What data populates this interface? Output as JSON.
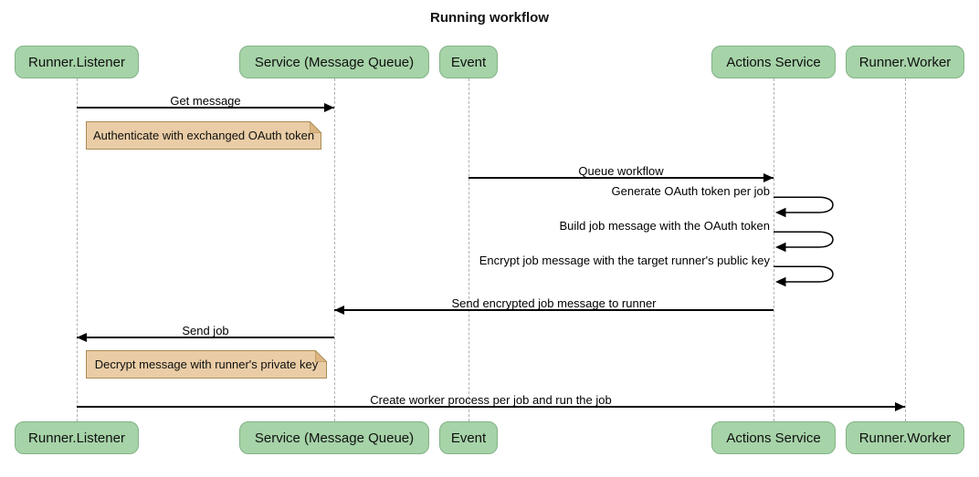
{
  "title": "Running workflow",
  "participants": [
    {
      "label": "Runner.Listener"
    },
    {
      "label": "Service (Message Queue)"
    },
    {
      "label": "Event"
    },
    {
      "label": "Actions Service"
    },
    {
      "label": "Runner.Worker"
    }
  ],
  "messages": [
    {
      "type": "arrow",
      "from": "Runner.Listener",
      "to": "Service (Message Queue)",
      "label": "Get message"
    },
    {
      "type": "note",
      "over": "Runner.Listener",
      "label": "Authenticate with exchanged OAuth token"
    },
    {
      "type": "arrow",
      "from": "Event",
      "to": "Actions Service",
      "label": "Queue workflow"
    },
    {
      "type": "self",
      "on": "Actions Service",
      "label": "Generate OAuth token per job"
    },
    {
      "type": "self",
      "on": "Actions Service",
      "label": "Build job message with the OAuth token"
    },
    {
      "type": "self",
      "on": "Actions Service",
      "label": "Encrypt job message with the target runner's public key"
    },
    {
      "type": "arrow",
      "from": "Actions Service",
      "to": "Service (Message Queue)",
      "label": "Send encrypted job message to runner"
    },
    {
      "type": "arrow",
      "from": "Service (Message Queue)",
      "to": "Runner.Listener",
      "label": "Send job"
    },
    {
      "type": "note",
      "over": "Runner.Listener",
      "label": "Decrypt message with runner's private key"
    },
    {
      "type": "arrow",
      "from": "Runner.Listener",
      "to": "Runner.Worker",
      "label": "Create worker process per job and run the job"
    }
  ],
  "colors": {
    "background": "#ffffff",
    "actor_fill": "#a6d3a8",
    "actor_border": "#82b286",
    "note_fill": "#eacda6",
    "note_border": "#aa8c55",
    "line": "#000000",
    "lifeline": "#b0b0b0",
    "text": "#000000"
  }
}
